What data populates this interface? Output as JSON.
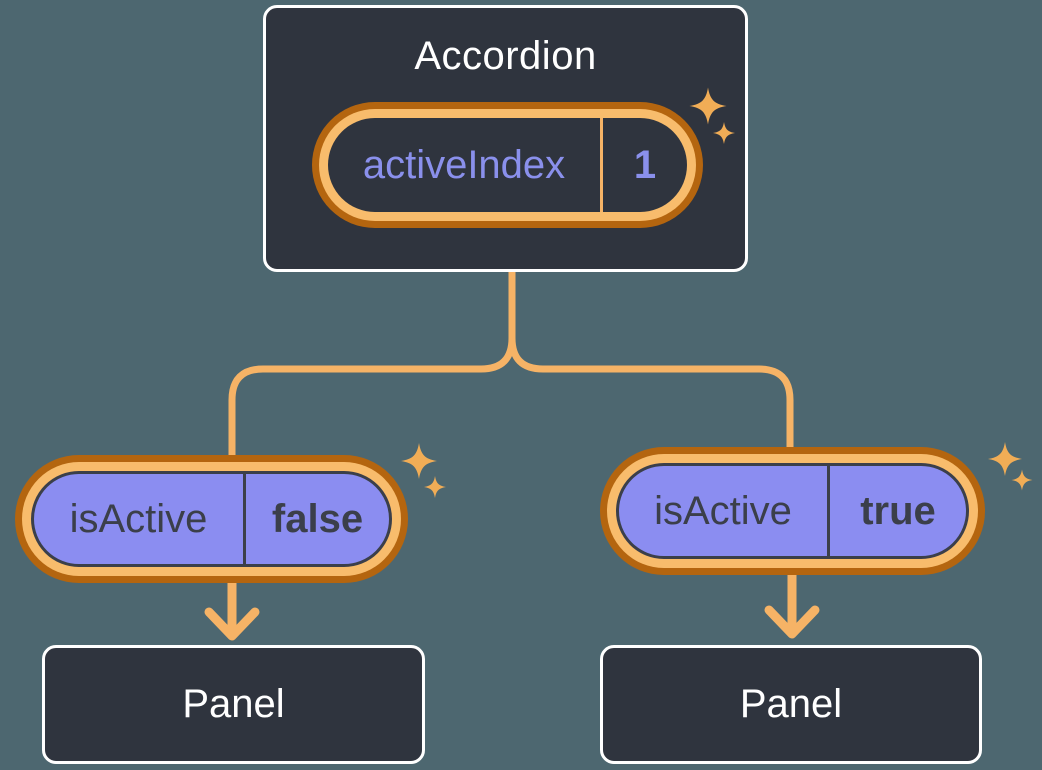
{
  "diagram": {
    "background_color": "#4d6770",
    "node_fill": "#2f343e",
    "node_border": "#ffffff",
    "connector_color": "#f6b366",
    "ring_amber": "#f8bc6c",
    "ring_dark_orange": "#b4650f",
    "prop_pill_fill": "#8b8df1",
    "dark_text": "#3b3f4a",
    "purple_text": "#8a90ec",
    "sparkle_color": "#f1ad56"
  },
  "accordion": {
    "title": "Accordion",
    "state": {
      "label": "activeIndex",
      "value": "1"
    }
  },
  "children": [
    {
      "prop_label": "isActive",
      "prop_value": "false",
      "panel_label": "Panel"
    },
    {
      "prop_label": "isActive",
      "prop_value": "true",
      "panel_label": "Panel"
    }
  ]
}
